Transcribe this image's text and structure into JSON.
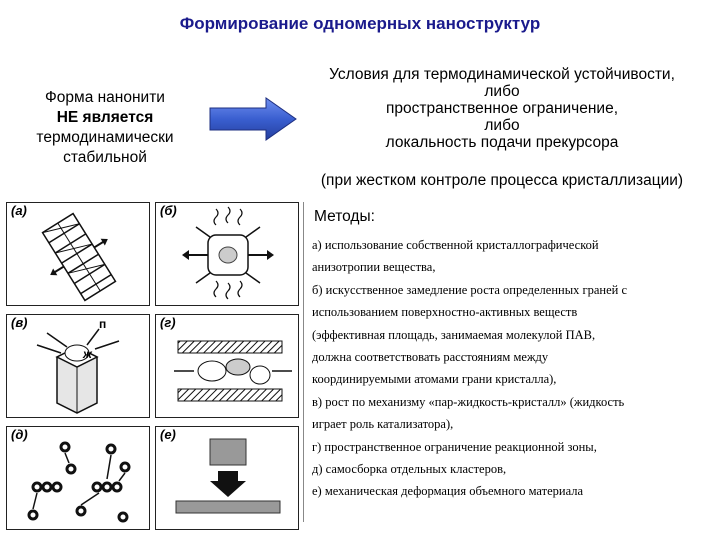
{
  "title": "Формирование одномерных наноструктур",
  "left_note": {
    "line1": "Форма нанонити",
    "line2": "НЕ является",
    "line3": "термодинамически",
    "line4": "стабильной"
  },
  "conditions": {
    "line1": "Условия для термодинамической устойчивости,",
    "line2": "либо",
    "line3": "пространственное ограничение,",
    "line4": "либо",
    "line5": "локальность подачи прекурсора"
  },
  "note": "(при жестком контроле процесса кристаллизации)",
  "methods_title": "Методы:",
  "methods": [
    "а) использование собственной кристаллографической",
    "анизотропии вещества,",
    "б) искусственное замедление роста определенных граней с",
    "использованием поверхностно-активных веществ",
    "(эффективная площадь, занимаемая молекулой ПАВ,",
    "должна соответствовать расстояниям между",
    "координируемыми атомами грани кристалла),",
    "в) рост по механизму «пар-жидкость-кристалл» (жидкость",
    "играет роль катализатора),",
    "г) пространственное ограничение реакционной зоны,",
    "д) самосборка отдельных кластеров,",
    "е) механическая деформация объемного материала"
  ],
  "panels": {
    "a": "(а)",
    "b": "(б)",
    "v": "(в)",
    "g": "(г)",
    "d": "(д)",
    "e": "(е)",
    "v_p": "п",
    "v_zh": "ж"
  },
  "colors": {
    "title": "#1a1a8c",
    "arrow": "#3a5fd0"
  }
}
